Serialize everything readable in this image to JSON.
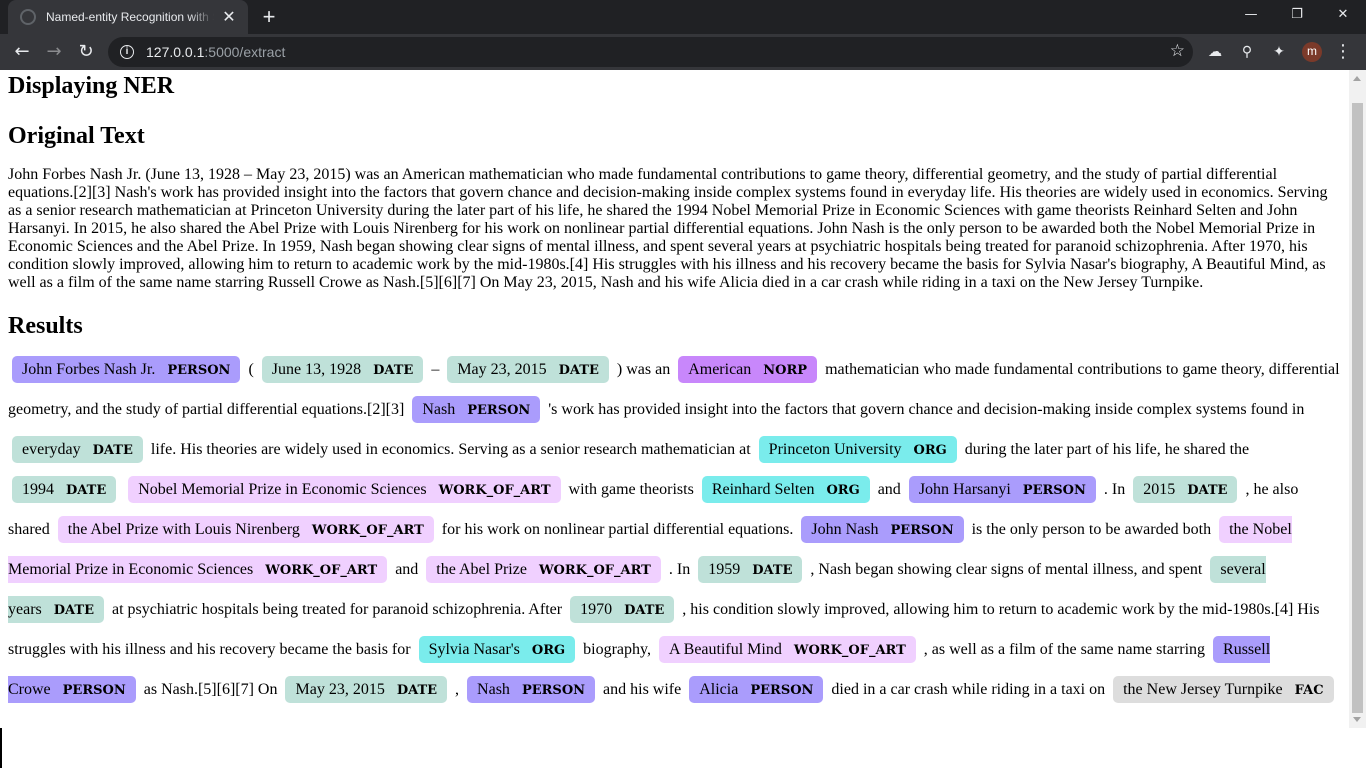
{
  "browser": {
    "tab_title": "Named-entity Recognition with S",
    "tab_close": "✕",
    "new_tab": "+",
    "url_host": "127.0.0.1",
    "url_path": ":5000/extract",
    "profile_initial": "m",
    "window_controls": {
      "minimize": "—",
      "restore": "❐",
      "close": "✕"
    },
    "icons": [
      "back-arrow-icon",
      "forward-arrow-icon",
      "reload-icon",
      "info-icon",
      "star-icon",
      "extension-icon",
      "puzzle-icon",
      "menu-icon"
    ]
  },
  "page": {
    "heading": "Displaying NER",
    "original_heading": "Original Text",
    "original_text": "John Forbes Nash Jr. (June 13, 1928 – May 23, 2015) was an American mathematician who made fundamental contributions to game theory, differential geometry, and the study of partial differential equations.[2][3] Nash's work has provided insight into the factors that govern chance and decision-making inside complex systems found in everyday life. His theories are widely used in economics. Serving as a senior research mathematician at Princeton University during the later part of his life, he shared the 1994 Nobel Memorial Prize in Economic Sciences with game theorists Reinhard Selten and John Harsanyi. In 2015, he also shared the Abel Prize with Louis Nirenberg for his work on nonlinear partial differential equations. John Nash is the only person to be awarded both the Nobel Memorial Prize in Economic Sciences and the Abel Prize. In 1959, Nash began showing clear signs of mental illness, and spent several years at psychiatric hospitals being treated for paranoid schizophrenia. After 1970, his condition slowly improved, allowing him to return to academic work by the mid-1980s.[4] His struggles with his illness and his recovery became the basis for Sylvia Nasar's biography, A Beautiful Mind, as well as a film of the same name starring Russell Crowe as Nash.[5][6][7] On May 23, 2015, Nash and his wife Alicia died in a car crash while riding in a taxi on the New Jersey Turnpike.",
    "results_heading": "Results",
    "entity_colors": {
      "PERSON": "#aa9cfc",
      "DATE": "#bfe1d9",
      "NORP": "#c887fb",
      "ORG": "#7aecec",
      "WORK_OF_ART": "#f0d0ff",
      "FAC": "#dddddd"
    },
    "segments": [
      {
        "ent": "John Forbes Nash Jr.",
        "label": "PERSON"
      },
      {
        "text": " ( "
      },
      {
        "ent": "June 13, 1928",
        "label": "DATE"
      },
      {
        "text": " – "
      },
      {
        "ent": "May 23, 2015",
        "label": "DATE"
      },
      {
        "text": " ) was an "
      },
      {
        "ent": "American",
        "label": "NORP"
      },
      {
        "text": " mathematician who made fundamental contributions to game theory, differential geometry, and the study of partial differential equations.[2][3] "
      },
      {
        "ent": "Nash",
        "label": "PERSON"
      },
      {
        "text": " 's work has provided insight into the factors that govern chance and decision-making inside complex systems found in "
      },
      {
        "ent": "everyday",
        "label": "DATE"
      },
      {
        "text": " life. His theories are widely used in economics. Serving as a senior research mathematician at "
      },
      {
        "ent": "Princeton University",
        "label": "ORG"
      },
      {
        "text": " during the later part of his life, he shared the "
      },
      {
        "ent": "1994",
        "label": "DATE"
      },
      {
        "text": " "
      },
      {
        "ent": "Nobel Memorial Prize in Economic Sciences",
        "label": "WORK_OF_ART"
      },
      {
        "text": " with game theorists "
      },
      {
        "ent": "Reinhard Selten",
        "label": "ORG"
      },
      {
        "text": " and "
      },
      {
        "ent": "John Harsanyi",
        "label": "PERSON"
      },
      {
        "text": " . In "
      },
      {
        "ent": "2015",
        "label": "DATE"
      },
      {
        "text": " , he also shared "
      },
      {
        "ent": "the Abel Prize with Louis Nirenberg",
        "label": "WORK_OF_ART"
      },
      {
        "text": " for his work on nonlinear partial differential equations. "
      },
      {
        "ent": "John Nash",
        "label": "PERSON"
      },
      {
        "text": " is the only person to be awarded both "
      },
      {
        "ent": "the Nobel Memorial Prize in Economic Sciences",
        "label": "WORK_OF_ART"
      },
      {
        "text": " and "
      },
      {
        "ent": "the Abel Prize",
        "label": "WORK_OF_ART"
      },
      {
        "text": " . In "
      },
      {
        "ent": "1959",
        "label": "DATE"
      },
      {
        "text": " , Nash began showing clear signs of mental illness, and spent "
      },
      {
        "ent": "several years",
        "label": "DATE"
      },
      {
        "text": " at psychiatric hospitals being treated for paranoid schizophrenia. After "
      },
      {
        "ent": "1970",
        "label": "DATE"
      },
      {
        "text": " , his condition slowly improved, allowing him to return to academic work by the mid-1980s.[4] His struggles with his illness and his recovery became the basis for "
      },
      {
        "ent": "Sylvia Nasar's",
        "label": "ORG"
      },
      {
        "text": " biography, "
      },
      {
        "ent": "A Beautiful Mind",
        "label": "WORK_OF_ART"
      },
      {
        "text": " , as well as a film of the same name starring "
      },
      {
        "ent": "Russell Crowe",
        "label": "PERSON"
      },
      {
        "text": " as Nash.[5][6][7] On "
      },
      {
        "ent": "May 23, 2015",
        "label": "DATE"
      },
      {
        "text": " , "
      },
      {
        "ent": "Nash",
        "label": "PERSON"
      },
      {
        "text": " and his wife "
      },
      {
        "ent": "Alicia",
        "label": "PERSON"
      },
      {
        "text": " died in a car crash while riding in a taxi on "
      },
      {
        "ent": "the New Jersey Turnpike",
        "label": "FAC"
      },
      {
        "text": " ."
      }
    ]
  }
}
